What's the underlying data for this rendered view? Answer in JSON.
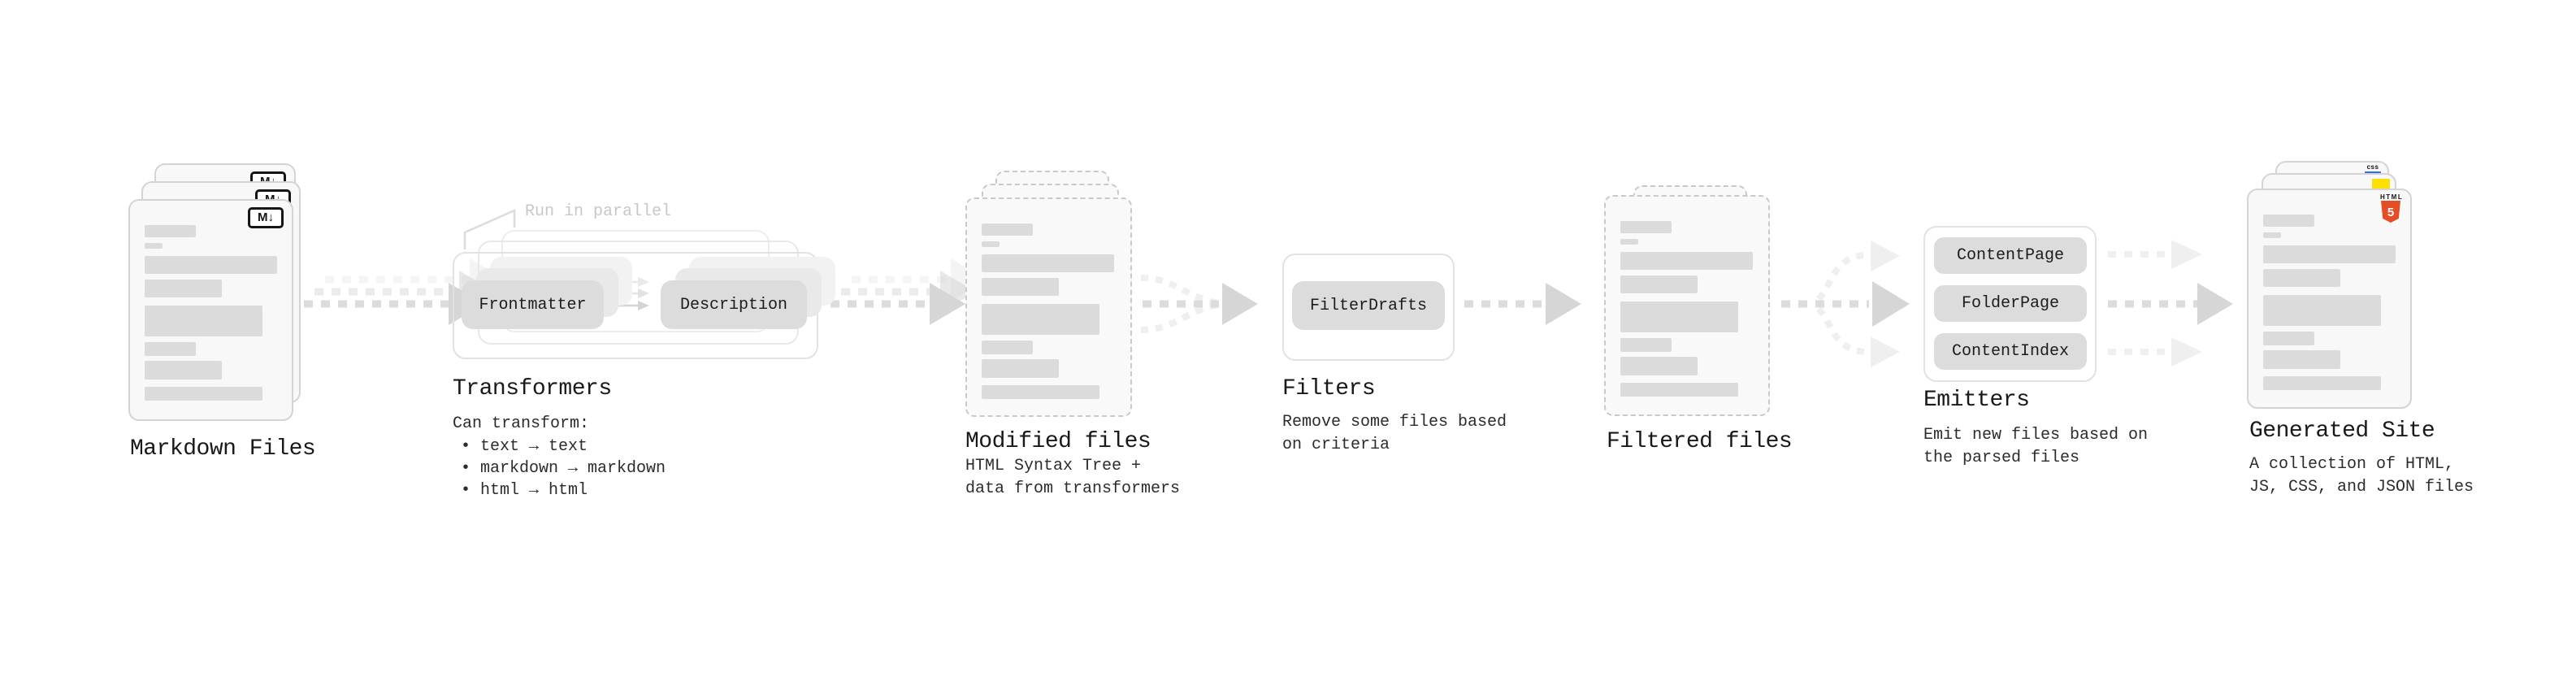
{
  "nodes": {
    "markdown_files": {
      "label": "Markdown Files"
    },
    "transformers": {
      "label": "Transformers",
      "annotation": "Run in parallel",
      "box1": "Frontmatter",
      "box2": "Description",
      "desc_intro": "Can transform:",
      "bullet1": "• text → text",
      "bullet2": "• markdown → markdown",
      "bullet3": "• html → html"
    },
    "modified_files": {
      "label": "Modified files",
      "desc1": "HTML Syntax Tree +",
      "desc2": "data from transformers"
    },
    "filters": {
      "label": "Filters",
      "box1": "FilterDrafts",
      "desc1": "Remove some files based",
      "desc2": "on criteria"
    },
    "filtered_files": {
      "label": "Filtered files"
    },
    "emitters": {
      "label": "Emitters",
      "box1": "ContentPage",
      "box2": "FolderPage",
      "box3": "ContentIndex",
      "desc1": "Emit new files based on",
      "desc2": "the parsed files"
    },
    "generated_site": {
      "label": "Generated Site",
      "desc1": "A collection of HTML,",
      "desc2": "JS, CSS, and JSON files"
    }
  },
  "icons": {
    "markdown_badge": "M↓",
    "html5_label": "HTML",
    "html5_five": "5",
    "css_label": "css"
  },
  "colors": {
    "heading": "#191919",
    "body_text": "#2c2c2c",
    "annotation": "#c8c8c8",
    "doc_fill": "#f8f8f8",
    "doc_border": "#d4d4d4",
    "dashed_border": "#c9c9c9",
    "bar_fill": "#dbdbdb",
    "box_fill": "#dcdcdc",
    "box_text": "#1c1c1c",
    "arrow": "#dcdcdc",
    "arrow_head": "#d6d6d6",
    "arrow_light": "#efefef",
    "html5_orange": "#e44d26",
    "js_yellow": "#ffdf00",
    "css_blue": "#306af1",
    "badge_black": "#151515"
  }
}
